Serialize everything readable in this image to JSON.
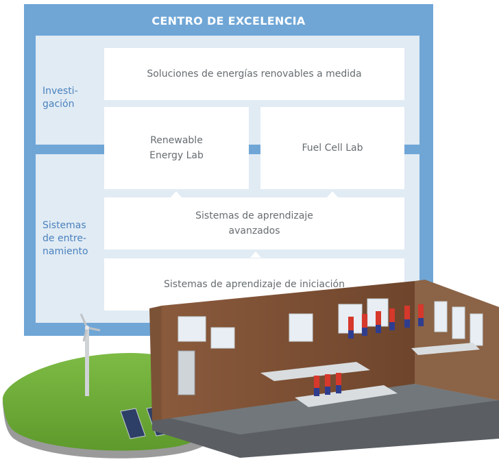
{
  "header": {
    "title": "CENTRO DE EXCELENCIA"
  },
  "side_labels": {
    "research": [
      "Investi-",
      "gación"
    ],
    "training": [
      "Sistemas",
      "de entre-",
      "namiento"
    ]
  },
  "boxes": {
    "custom_solutions": "Soluciones de energías renovables a medida",
    "renewable_lab": [
      "Renewable",
      "Energy Lab"
    ],
    "fuel_cell_lab": "Fuel Cell Lab",
    "advanced_systems": [
      "Sistemas de aprendizaje",
      "avanzados"
    ],
    "intro_systems": "Sistemas de aprendizaje de iniciación"
  },
  "colors": {
    "frame": "#6fa6d6",
    "panel": "#e1ebf4",
    "label_blue": "#4a82bd",
    "box_text": "#666c70"
  }
}
